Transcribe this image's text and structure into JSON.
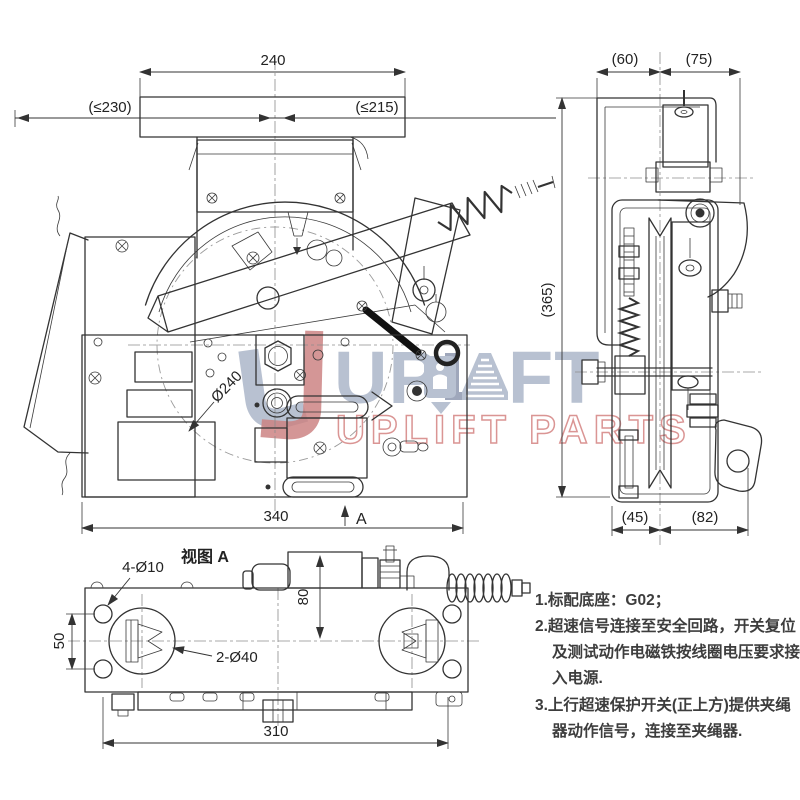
{
  "front_view": {
    "dim_top": "240",
    "dim_left": "(≤230)",
    "dim_right": "(≤215)",
    "dim_bottom": "340",
    "section_label": "A",
    "sheave_dia": "Ø240"
  },
  "side_view": {
    "dim_top_left": "(60)",
    "dim_top_right": "(75)",
    "dim_height": "(365)",
    "dim_bottom_left": "(45)",
    "dim_bottom_right": "(82)"
  },
  "bottom_view": {
    "title": "视图 A",
    "dim_corner_holes": "4-Ø10",
    "dim_hole_spacing": "50",
    "dim_rope_holes": "2-Ø40",
    "dim_height": "80",
    "dim_width": "310"
  },
  "notes": {
    "line1": "1.标配底座：G02；",
    "line2": "2.超速信号连接至安全回路，开关复位",
    "line3": "及测试动作电磁铁按线圈电压要求接",
    "line4": "入电源.",
    "line5": "3.上行超速保护开关(正上方)提供夹绳",
    "line6": "器动作信号，连接至夹绳器."
  },
  "watermark": {
    "brand_left": "UP",
    "brand_right": "FT",
    "subtitle": "UPLIFT PARTS",
    "colors": {
      "letter": "#b5becf",
      "red": "#c97c7c",
      "subtitle_stroke": "#d9908f"
    }
  }
}
